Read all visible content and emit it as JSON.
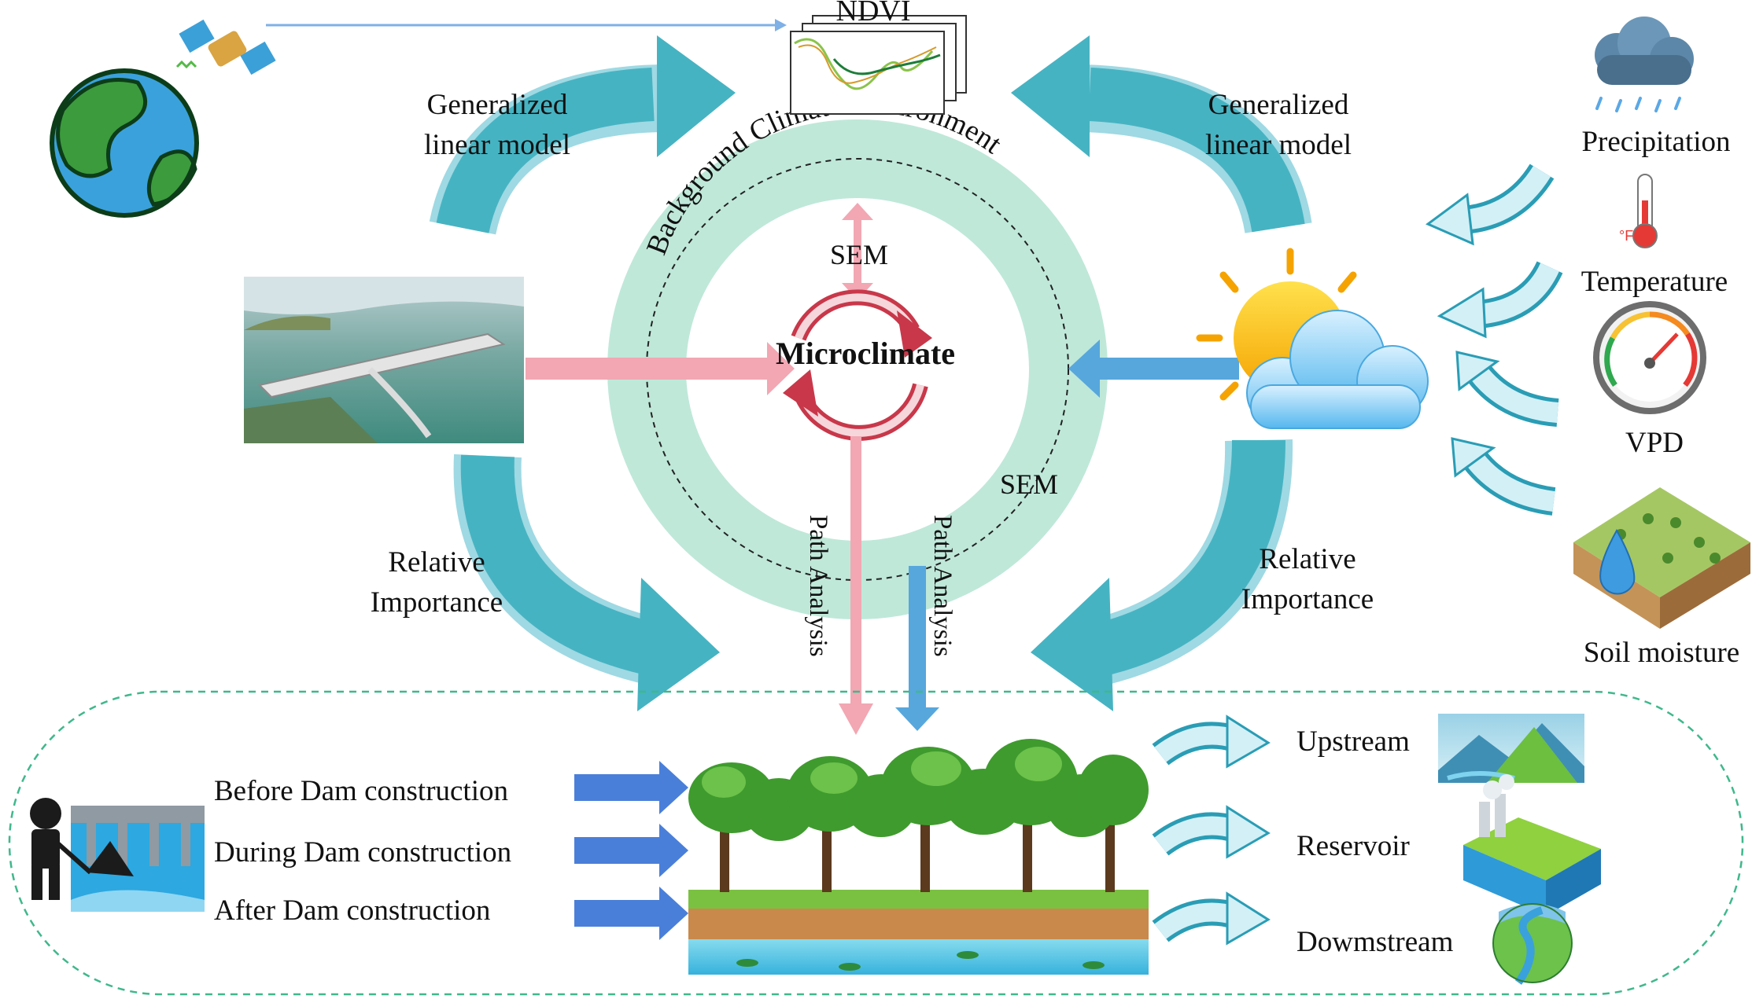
{
  "top": {
    "ndvi_label": "NDVI"
  },
  "models": {
    "left_line1": "Generalized",
    "left_line2": "linear model",
    "right_line1": "Generalized",
    "right_line2": "linear model"
  },
  "ring": {
    "background_word": "Background",
    "climate_word": "Climate",
    "environment_word": "Environment",
    "sem_top": "SEM",
    "sem_right": "SEM",
    "center_label": "Microclimate"
  },
  "paths": {
    "left": "Path Analysis",
    "right": "Path Analysis"
  },
  "importance": {
    "left_line1": "Relative",
    "left_line2": "Importance",
    "right_line1": "Relative",
    "right_line2": "Importance"
  },
  "factors": {
    "precipitation": "Precipitation",
    "temperature": "Temperature",
    "temperature_unit": "°F",
    "vpd": "VPD",
    "soil": "Soil moisture"
  },
  "phases": {
    "before": "Before  Dam construction",
    "during": "During  Dam construction",
    "after": "After  Dam construction"
  },
  "locations": {
    "upstream": "Upstream",
    "reservoir": "Reservoir",
    "downstream": "Dowmstream"
  },
  "colors": {
    "teal": "#46b3c2",
    "teal_light": "#9fd9e3",
    "ring": "#bfe8d9",
    "pink": "#f2a7b3",
    "blue": "#57a7dd",
    "phase_arrow": "#4a7fd9",
    "dashed": "#3fb88c"
  }
}
